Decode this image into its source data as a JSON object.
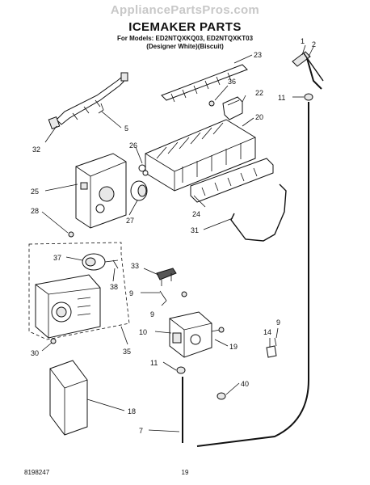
{
  "header": {
    "watermark": "AppliancePartsPros.com",
    "title": "ICEMAKER PARTS",
    "models_line": "For Models: ED2NTQXKQ03, ED2NTQXKT03",
    "finish_line": "(Designer White)(Biscuit)"
  },
  "footer": {
    "doc_number": "8198247",
    "page_number": "19"
  },
  "callouts": {
    "c1": "1",
    "c2": "2",
    "c23": "23",
    "c36": "36",
    "c22": "22",
    "c11a": "11",
    "c5": "5",
    "c20": "20",
    "c26": "26",
    "c32": "32",
    "c25": "25",
    "c28": "28",
    "c27": "27",
    "c24": "24",
    "c31": "31",
    "c37": "37",
    "c33": "33",
    "c38": "38",
    "c9a": "9",
    "c9b": "9",
    "c10": "10",
    "c19": "19",
    "c14": "14",
    "c9c": "9",
    "c35": "35",
    "c30": "30",
    "c11b": "11",
    "c40": "40",
    "c18": "18",
    "c7": "7"
  }
}
